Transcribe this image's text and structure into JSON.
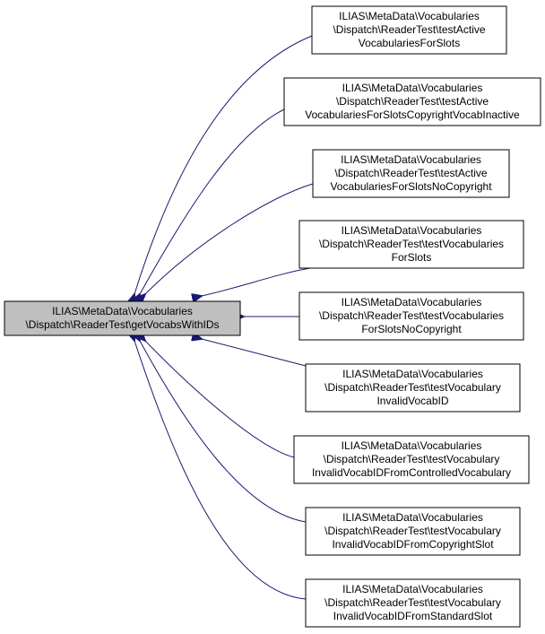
{
  "colors": {
    "edge": "#191970",
    "focus_fill": "#bfbfbf",
    "node_fill": "#ffffff",
    "border": "#000000"
  },
  "focus_node": {
    "lines": [
      "ILIAS\\MetaData\\Vocabularies",
      "\\Dispatch\\ReaderTest\\getVocabsWithIDs"
    ]
  },
  "caller_nodes": [
    {
      "lines": [
        "ILIAS\\MetaData\\Vocabularies",
        "\\Dispatch\\ReaderTest\\testActive",
        "VocabulariesForSlots"
      ]
    },
    {
      "lines": [
        "ILIAS\\MetaData\\Vocabularies",
        "\\Dispatch\\ReaderTest\\testActive",
        "VocabulariesForSlotsCopyrightVocabInactive"
      ]
    },
    {
      "lines": [
        "ILIAS\\MetaData\\Vocabularies",
        "\\Dispatch\\ReaderTest\\testActive",
        "VocabulariesForSlotsNoCopyright"
      ]
    },
    {
      "lines": [
        "ILIAS\\MetaData\\Vocabularies",
        "\\Dispatch\\ReaderTest\\testVocabularies",
        "ForSlots"
      ]
    },
    {
      "lines": [
        "ILIAS\\MetaData\\Vocabularies",
        "\\Dispatch\\ReaderTest\\testVocabularies",
        "ForSlotsNoCopyright"
      ]
    },
    {
      "lines": [
        "ILIAS\\MetaData\\Vocabularies",
        "\\Dispatch\\ReaderTest\\testVocabulary",
        "InvalidVocabID"
      ]
    },
    {
      "lines": [
        "ILIAS\\MetaData\\Vocabularies",
        "\\Dispatch\\ReaderTest\\testVocabulary",
        "InvalidVocabIDFromControlledVocabulary"
      ]
    },
    {
      "lines": [
        "ILIAS\\MetaData\\Vocabularies",
        "\\Dispatch\\ReaderTest\\testVocabulary",
        "InvalidVocabIDFromCopyrightSlot"
      ]
    },
    {
      "lines": [
        "ILIAS\\MetaData\\Vocabularies",
        "\\Dispatch\\ReaderTest\\testVocabulary",
        "InvalidVocabIDFromStandardSlot"
      ]
    }
  ]
}
